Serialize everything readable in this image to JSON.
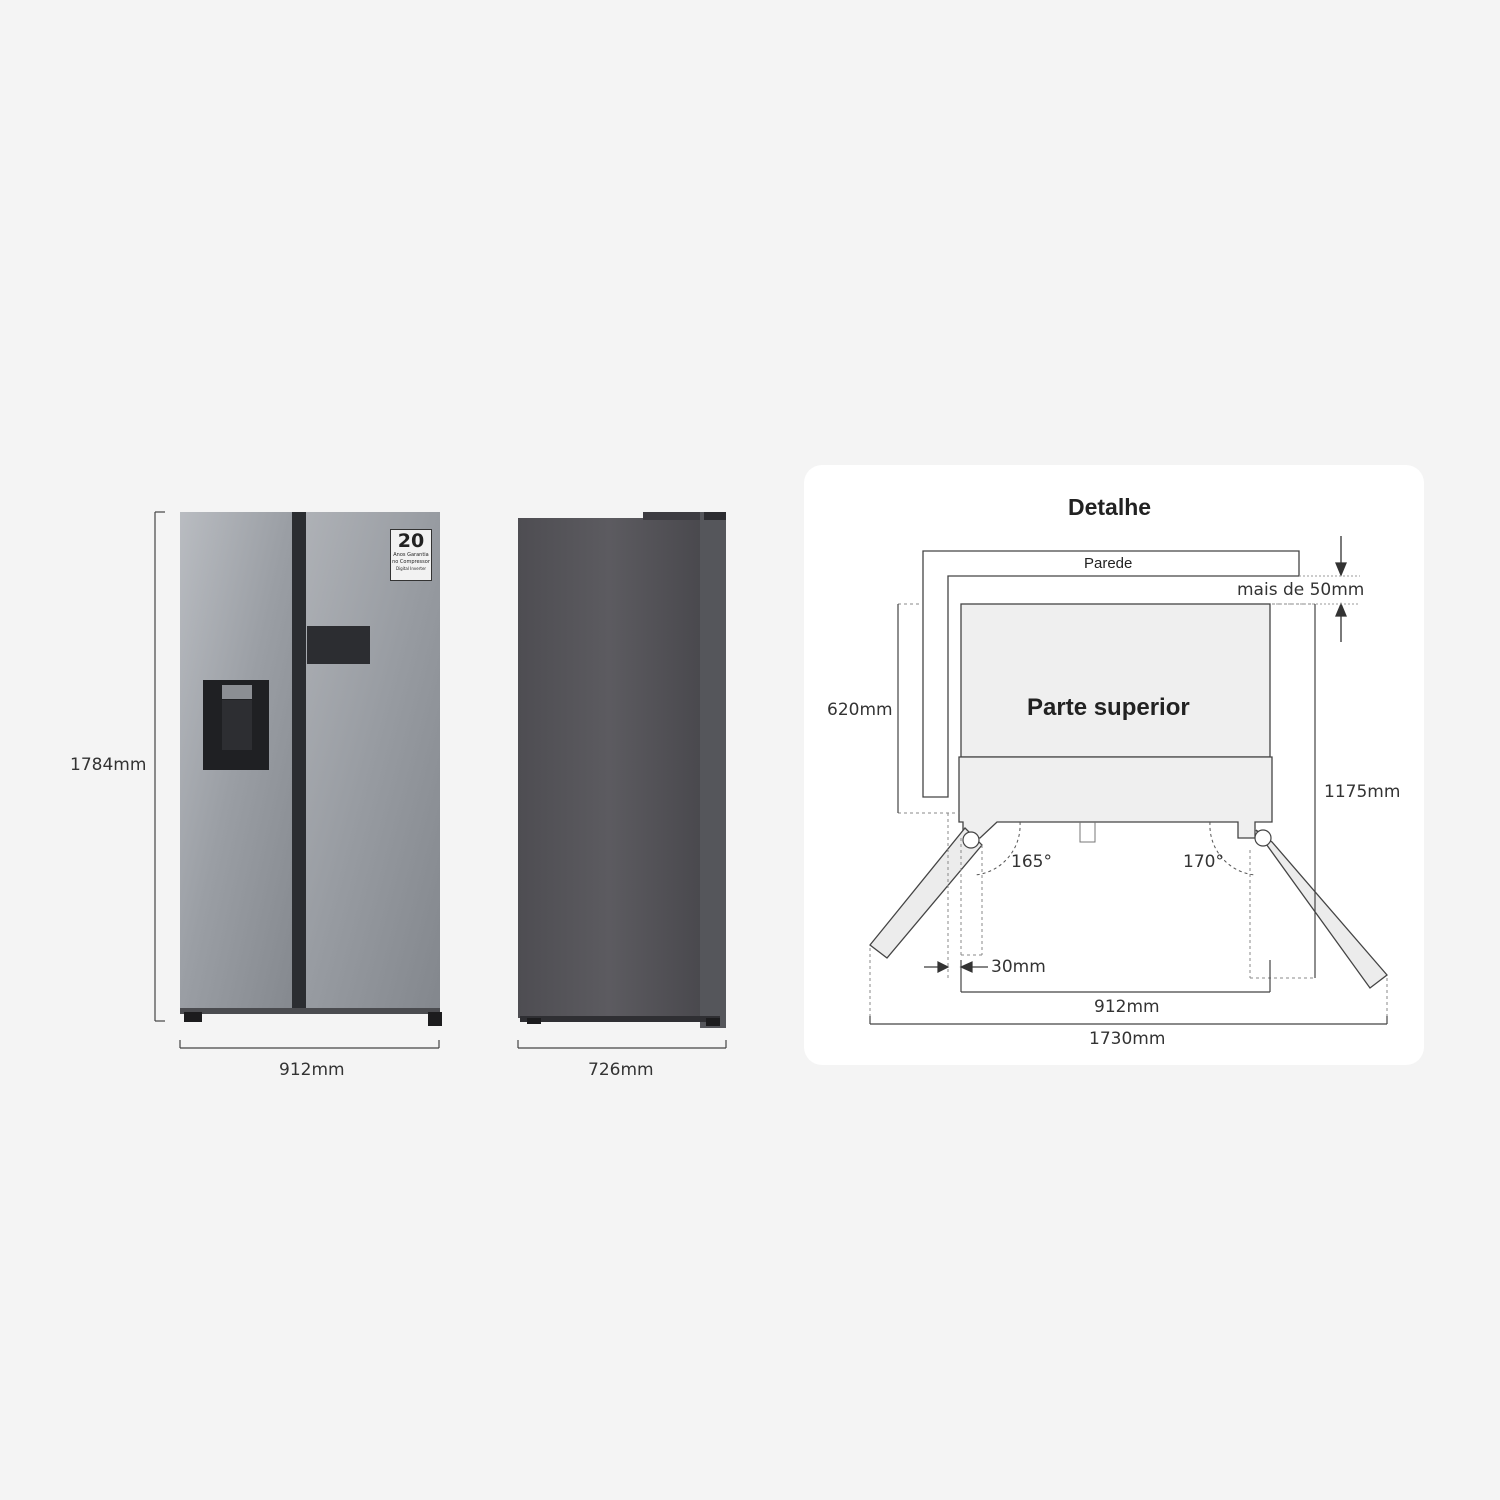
{
  "front_view": {
    "height_label": "1784mm",
    "width_label": "912mm",
    "badge": {
      "number": "20",
      "line1": "Anos Garantia",
      "line2": "no Compressor",
      "line3": "Digital Inverter"
    }
  },
  "side_view": {
    "depth_label": "726mm"
  },
  "detail": {
    "title": "Detalhe",
    "wall_label": "Parede",
    "gap_label": "mais de 50mm",
    "top_label": "Parte superior",
    "depth_label": "620mm",
    "open_depth_label": "1175mm",
    "angle_left": "165°",
    "angle_right": "170°",
    "clearance_label": "30mm",
    "width_label": "912mm",
    "open_width_label": "1730mm"
  }
}
